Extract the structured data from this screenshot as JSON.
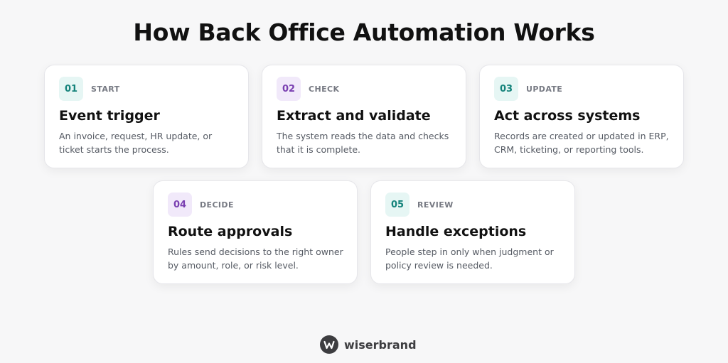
{
  "title": "How Back Office Automation Works",
  "steps": [
    {
      "number": "01",
      "tag": "START",
      "heading": "Event trigger",
      "description": "An invoice, request, HR update, or ticket starts the process."
    },
    {
      "number": "02",
      "tag": "CHECK",
      "heading": "Extract and validate",
      "description": "The system reads the data and checks that it is complete."
    },
    {
      "number": "03",
      "tag": "UPDATE",
      "heading": "Act across systems",
      "description": "Records are created or updated in ERP, CRM, ticketing, or reporting tools."
    },
    {
      "number": "04",
      "tag": "DECIDE",
      "heading": "Route approvals",
      "description": "Rules send decisions to the right owner by amount, role, or risk level."
    },
    {
      "number": "05",
      "tag": "REVIEW",
      "heading": "Handle exceptions",
      "description": "People step in only when judgment or policy review is needed."
    }
  ],
  "brand": {
    "name": "wiserbrand",
    "icon": "w-logo-icon"
  },
  "colors": {
    "teal_badge": "#15837b",
    "purple_badge": "#7a3fb1",
    "background": "#f7f7f8"
  }
}
